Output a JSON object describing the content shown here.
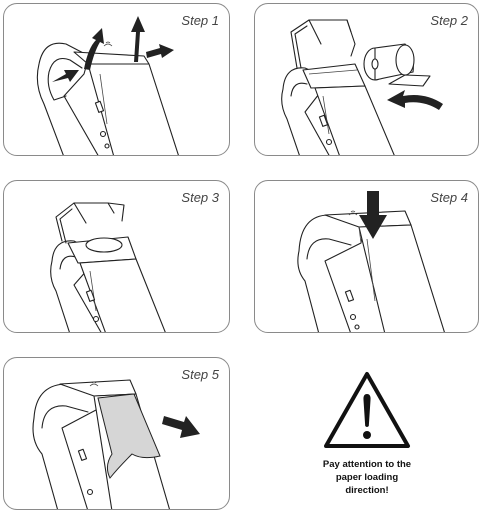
{
  "steps": [
    {
      "label": "Step 1"
    },
    {
      "label": "Step 2"
    },
    {
      "label": "Step 3"
    },
    {
      "label": "Step 4"
    },
    {
      "label": "Step 5"
    }
  ],
  "warning": {
    "line1": "Pay attention to the",
    "line2": "paper loading",
    "line3": "direction!"
  }
}
